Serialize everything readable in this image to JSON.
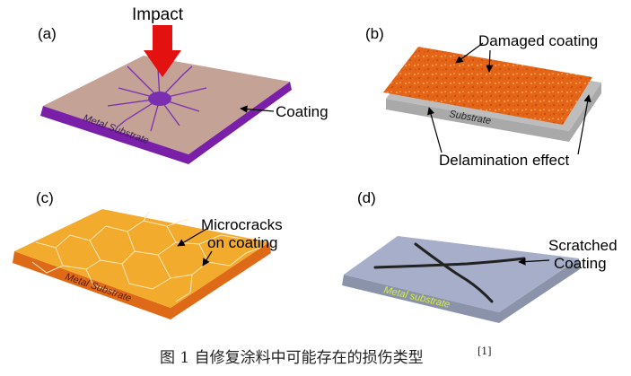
{
  "panels": [
    {
      "tag": "(a)",
      "impact_label": "Impact",
      "coating_label": "Coating",
      "substrate_label": "Metal Substrate",
      "colors": {
        "coating_top": "#c4a295",
        "substrate_edge": "#7a1fa8",
        "crack": "#7a2fb0",
        "arrow": "#e3110f"
      }
    },
    {
      "tag": "(b)",
      "damaged_label": "Damaged coating",
      "substrate_label": "Substrate",
      "delamination_label": "Delamination effect",
      "colors": {
        "coating_top": "#e56a1a",
        "substrate_edge": "#a9a9a9"
      }
    },
    {
      "tag": "(c)",
      "microcracks_label_line1": "Microcracks",
      "microcracks_label_line2": "on coating",
      "substrate_label": "Metal Substrate",
      "colors": {
        "coating_top": "#f2ab2c",
        "substrate_edge": "#de6a18",
        "crack": "#fde8c0"
      }
    },
    {
      "tag": "(d)",
      "scratched_label_line1": "Scratched",
      "scratched_label_line2": "Coating",
      "substrate_label": "Metal substrate",
      "colors": {
        "coating_top": "#a6aec9",
        "substrate_edge": "#8b93aa",
        "scratch": "#222222",
        "substrate_text": "#d5f03a"
      }
    }
  ],
  "caption": {
    "text": "图 1  自修复涂料中可能存在的损伤类型",
    "reference": "[1]"
  }
}
